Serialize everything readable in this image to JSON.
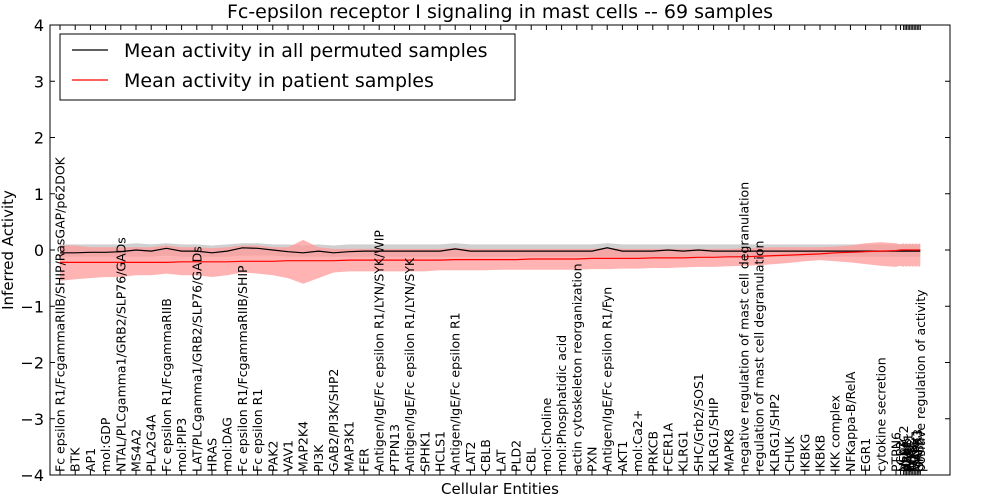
{
  "chart_data": {
    "type": "line",
    "title": "Fc-epsilon receptor I signaling in mast cells -- 69 samples",
    "xlabel": "Cellular Entities",
    "ylabel": "Inferred Activity",
    "ylim": [
      -4,
      4
    ],
    "yticks": [
      -4,
      -3,
      -2,
      -1,
      0,
      1,
      2,
      3,
      4
    ],
    "grid": false,
    "legend_position": "top-left",
    "colors": {
      "permuted": "#000000",
      "patient": "#ff0000",
      "patient_band": "#ff9a9a",
      "permuted_band": "#c8c8c8"
    },
    "entities": [
      "Fc epsilon R1/FcgammaRIIB/SHIP/RasGAP/p62DOK",
      "BTK",
      "AP1",
      "mol:GDP",
      "NTAL/PLCgamma1/GRB2/SLP76/GADs",
      "MS4A2",
      "PLA2G4A",
      "Fc epsilon R1/FcgammaRIIB",
      "mol:PIP3",
      "LAT/PLCgamma1/GRB2/SLP76/GADs",
      "HRAS",
      "mol:DAG",
      "Fc epsilon R1/FcgammaRIIB/SHIP",
      "Fc epsilon R1",
      "PAK2",
      "VAV1",
      "MAP2K4",
      "PI3K",
      "GAB2/PI3K/SHP2",
      "MAP3K1",
      "FER",
      "Antigen/IgE/Fc epsilon R1/LYN/SYK/WIP",
      "PTPN13",
      "Antigen/IgE/Fc epsilon R1/LYN/SYK",
      "SPHK1",
      "HCLS1",
      "Antigen/IgE/Fc epsilon R1",
      "LAT2",
      "CBLB",
      "LAT",
      "PLD2",
      "CBL",
      "mol:Choline",
      "mol:Phosphatidic acid",
      "actin cytoskeleton reorganization",
      "PXN",
      "Antigen/IgE/Fc epsilon R1/Fyn",
      "AKT1",
      "mol:Ca2+",
      "PRKCB",
      "FCER1A",
      "KLRG1",
      "SHC/Grb2/SOS1",
      "KLRG1/SHIP",
      "MAPK8",
      "negative regulation of mast cell degranulation",
      "regulation of mast cell degranulation",
      "KLRG1/SHP2",
      "CHUK",
      "IKBKG",
      "IKBKB",
      "IKK complex",
      "NFKappa-B/RelA",
      "EGR1",
      "cytokine secretion",
      "PTPN6",
      "LCP2",
      "NFATC2",
      "BLNK",
      "ABL1",
      "WIPF1",
      "GAB2",
      "FOS",
      "JUN",
      "ELK1",
      "MAPK1",
      "MAPK3",
      "GRB2",
      "positive regulation of activity"
    ],
    "positions": [
      0,
      1,
      2,
      3,
      4,
      5,
      6,
      7,
      8,
      9,
      10,
      11,
      12,
      13,
      14,
      15,
      16,
      17,
      18,
      19,
      20,
      21,
      22,
      23,
      24,
      25,
      26,
      27,
      28,
      29,
      30,
      31,
      32,
      33,
      34,
      35,
      36,
      37,
      38,
      39,
      40,
      41,
      42,
      43,
      44,
      45,
      46,
      47,
      48,
      49,
      50,
      51,
      52,
      53,
      54,
      55,
      55.3,
      55.5,
      55.6,
      55.7,
      55.8,
      55.9,
      56,
      56.1,
      56.2,
      56.3,
      56.4,
      56.5,
      56.6
    ],
    "series": [
      {
        "name": "Mean activity in all permuted samples",
        "values": [
          -0.05,
          -0.05,
          -0.04,
          -0.04,
          -0.03,
          0.0,
          -0.02,
          0.03,
          -0.02,
          -0.02,
          -0.05,
          -0.02,
          0.04,
          0.03,
          0.0,
          -0.03,
          -0.05,
          -0.02,
          -0.05,
          -0.03,
          -0.02,
          -0.02,
          -0.02,
          -0.02,
          -0.02,
          -0.02,
          0.02,
          -0.02,
          -0.02,
          -0.02,
          -0.02,
          -0.02,
          -0.02,
          -0.02,
          -0.02,
          -0.02,
          0.04,
          -0.02,
          -0.02,
          -0.02,
          0.0,
          -0.02,
          0.0,
          -0.02,
          -0.02,
          -0.02,
          -0.02,
          -0.02,
          -0.02,
          -0.02,
          -0.02,
          -0.02,
          -0.02,
          -0.02,
          -0.02,
          -0.02,
          -0.02,
          -0.02,
          -0.02,
          -0.02,
          -0.02,
          -0.02,
          -0.02,
          -0.02,
          -0.02,
          -0.02,
          -0.02,
          -0.02,
          -0.02
        ],
        "lower": [
          -0.12,
          -0.12,
          -0.12,
          -0.12,
          -0.12,
          -0.12,
          -0.12,
          -0.1,
          -0.12,
          -0.12,
          -0.12,
          -0.12,
          -0.1,
          -0.1,
          -0.1,
          -0.12,
          -0.12,
          -0.12,
          -0.12,
          -0.12,
          -0.12,
          -0.12,
          -0.12,
          -0.12,
          -0.12,
          -0.12,
          -0.12,
          -0.12,
          -0.12,
          -0.12,
          -0.12,
          -0.12,
          -0.12,
          -0.12,
          -0.12,
          -0.12,
          -0.12,
          -0.12,
          -0.12,
          -0.12,
          -0.12,
          -0.12,
          -0.12,
          -0.12,
          -0.12,
          -0.12,
          -0.12,
          -0.12,
          -0.12,
          -0.12,
          -0.12,
          -0.12,
          -0.12,
          -0.12,
          -0.12,
          -0.12,
          -0.12,
          -0.12,
          -0.12,
          -0.12,
          -0.12,
          -0.12,
          -0.12,
          -0.12,
          -0.12,
          -0.12,
          -0.12,
          -0.12,
          -0.12
        ],
        "upper": [
          0.1,
          0.1,
          0.1,
          0.1,
          0.1,
          0.12,
          0.1,
          0.12,
          0.1,
          0.1,
          0.08,
          0.1,
          0.12,
          0.12,
          0.1,
          0.1,
          0.08,
          0.1,
          0.08,
          0.1,
          0.1,
          0.1,
          0.1,
          0.1,
          0.1,
          0.1,
          0.12,
          0.1,
          0.1,
          0.1,
          0.1,
          0.1,
          0.1,
          0.1,
          0.1,
          0.1,
          0.12,
          0.1,
          0.1,
          0.1,
          0.1,
          0.1,
          0.1,
          0.1,
          0.1,
          0.1,
          0.1,
          0.1,
          0.1,
          0.1,
          0.1,
          0.1,
          0.1,
          0.1,
          0.1,
          0.1,
          0.1,
          0.1,
          0.1,
          0.1,
          0.1,
          0.1,
          0.1,
          0.1,
          0.1,
          0.1,
          0.1,
          0.1,
          0.1
        ]
      },
      {
        "name": "Mean activity in patient samples",
        "values": [
          -0.22,
          -0.22,
          -0.22,
          -0.22,
          -0.22,
          -0.22,
          -0.22,
          -0.22,
          -0.21,
          -0.21,
          -0.21,
          -0.21,
          -0.2,
          -0.2,
          -0.2,
          -0.19,
          -0.19,
          -0.19,
          -0.19,
          -0.18,
          -0.18,
          -0.18,
          -0.18,
          -0.18,
          -0.18,
          -0.18,
          -0.17,
          -0.17,
          -0.17,
          -0.17,
          -0.17,
          -0.16,
          -0.16,
          -0.16,
          -0.16,
          -0.15,
          -0.15,
          -0.15,
          -0.15,
          -0.14,
          -0.14,
          -0.14,
          -0.13,
          -0.13,
          -0.12,
          -0.12,
          -0.11,
          -0.1,
          -0.09,
          -0.08,
          -0.07,
          -0.05,
          -0.04,
          -0.03,
          -0.02,
          -0.01,
          0.0,
          0.0,
          0.0,
          0.0,
          0.0,
          0.0,
          0.0,
          0.0,
          0.0,
          0.0,
          0.0,
          0.0,
          0.0
        ],
        "lower": [
          -0.55,
          -0.52,
          -0.5,
          -0.48,
          -0.48,
          -0.45,
          -0.45,
          -0.42,
          -0.45,
          -0.45,
          -0.48,
          -0.45,
          -0.4,
          -0.42,
          -0.45,
          -0.5,
          -0.6,
          -0.5,
          -0.4,
          -0.38,
          -0.38,
          -0.38,
          -0.38,
          -0.38,
          -0.38,
          -0.36,
          -0.36,
          -0.36,
          -0.36,
          -0.35,
          -0.35,
          -0.35,
          -0.35,
          -0.35,
          -0.35,
          -0.34,
          -0.34,
          -0.33,
          -0.33,
          -0.32,
          -0.32,
          -0.31,
          -0.3,
          -0.3,
          -0.29,
          -0.28,
          -0.27,
          -0.25,
          -0.23,
          -0.2,
          -0.18,
          -0.2,
          -0.22,
          -0.25,
          -0.28,
          -0.3,
          -0.28,
          -0.3,
          -0.28,
          -0.3,
          -0.28,
          -0.3,
          -0.28,
          -0.3,
          -0.28,
          -0.3,
          -0.28,
          -0.3,
          -0.28
        ],
        "upper": [
          0.08,
          0.08,
          0.05,
          0.05,
          0.05,
          0.05,
          0.05,
          0.08,
          0.05,
          0.05,
          0.03,
          0.05,
          0.08,
          0.08,
          0.05,
          0.05,
          0.18,
          0.05,
          0.02,
          0.02,
          0.02,
          0.02,
          0.02,
          0.02,
          0.02,
          0.02,
          0.04,
          0.02,
          0.02,
          0.02,
          0.02,
          0.02,
          0.02,
          0.02,
          0.02,
          0.02,
          0.04,
          0.02,
          0.02,
          0.02,
          0.02,
          0.02,
          0.02,
          0.02,
          0.02,
          0.03,
          0.04,
          0.05,
          0.05,
          0.05,
          0.05,
          0.06,
          0.08,
          0.12,
          0.14,
          0.12,
          0.1,
          0.12,
          0.1,
          0.12,
          0.1,
          0.12,
          0.1,
          0.12,
          0.1,
          0.12,
          0.1,
          0.12,
          0.1
        ]
      }
    ]
  }
}
